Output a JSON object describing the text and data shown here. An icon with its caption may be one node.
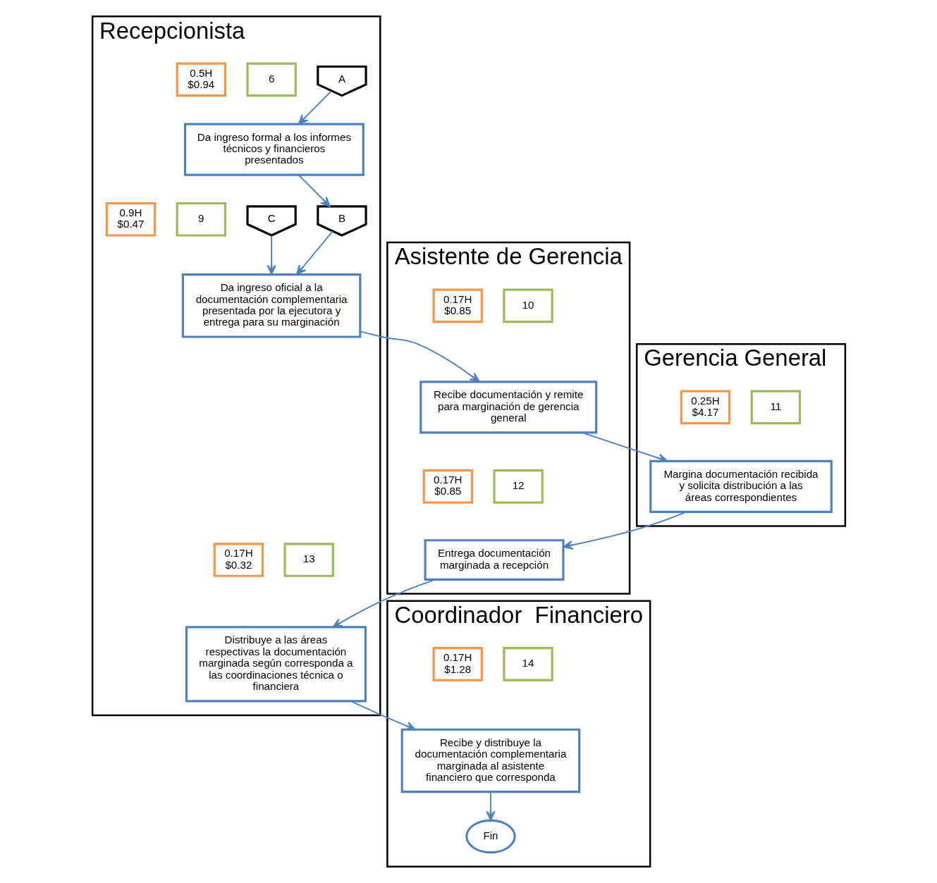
{
  "diagram": {
    "nodes": [
      {
        "text": [
          "Recepcionista"
        ]
      },
      {
        "text": [
          "Asistente de Gerencia"
        ]
      },
      {
        "text": [
          "Gerencia General"
        ]
      },
      {
        "text": [
          "Coordinador  Financiero"
        ]
      },
      {
        "text": [
          "A"
        ],
        "in": 0
      },
      {
        "text": [
          "6"
        ],
        "in": 0
      },
      {
        "text": [
          "0.5H $0.94"
        ],
        "in": 0
      },
      {
        "text": [
          "Da ingreso formal a los informes técnicos y financieros presentados"
        ],
        "in": 0
      },
      {
        "text": [
          "B"
        ],
        "in": 0
      },
      {
        "text": [
          "C"
        ],
        "in": 0
      },
      {
        "text": [
          "9"
        ],
        "in": 0
      },
      {
        "text": [
          "0.9H $0.47"
        ],
        "in": 0
      },
      {
        "text": [
          "Da ingreso oficial a la documentación complementaria presentada por la ejecutora y entrega para su marginación"
        ],
        "in": 0
      },
      {
        "text": [
          "10"
        ],
        "in": 1
      },
      {
        "text": [
          "0.17H $0.85"
        ],
        "in": 1
      },
      {
        "text": [
          "Recibe documentación y remite para marginación de gerencia general"
        ],
        "in": 1
      },
      {
        "text": [
          "11"
        ],
        "in": 2
      },
      {
        "text": [
          "0.25H $4.17"
        ],
        "in": 2
      },
      {
        "text": [
          "Margina documentación recibida y solicita distribución a las áreas correspondientes"
        ],
        "in": 2
      },
      {
        "text": [
          "13"
        ],
        "in": 0
      },
      {
        "text": [
          "0.17H $0.32"
        ],
        "in": 0
      },
      {
        "text": [
          "Distribuye a las áreas respectivas la documentación marginada según corresponda a las coordinaciones técnica o financiera"
        ],
        "in": 0
      },
      {
        "text": [
          "12"
        ],
        "in": 1
      },
      {
        "text": [
          "0.17H $0.85"
        ],
        "in": 1
      },
      {
        "text": [
          "Entrega documentación marginada a recepción"
        ],
        "in": 1
      },
      {
        "text": [
          "14"
        ],
        "in": 3
      },
      {
        "text": [
          "0.17H $1.28"
        ],
        "in": 3
      },
      {
        "text": [
          "Recibe y distribuye la documentación complementaria  marginada al asistente financiero que corresponda"
        ],
        "in": 3
      },
      {
        "text": [
          "Fin"
        ],
        "in": 3
      }
    ],
    "edges": [
      {
        "from": 4,
        "to": 7,
        "arrow": "to"
      },
      {
        "from": 7,
        "to": 8,
        "arrow": "to"
      },
      {
        "from": 8,
        "to": 12,
        "arrow": "to"
      },
      {
        "from": 9,
        "to": 12,
        "arrow": "to"
      },
      {
        "from": 12,
        "to": 15,
        "arrow": "to"
      },
      {
        "from": 15,
        "to": 18,
        "arrow": "to"
      },
      {
        "from": 18,
        "to": 24,
        "arrow": "to"
      },
      {
        "from": 24,
        "to": 21,
        "arrow": "to"
      },
      {
        "from": 21,
        "to": 27,
        "arrow": "to"
      },
      {
        "from": 27,
        "to": 28,
        "arrow": "to"
      }
    ]
  }
}
